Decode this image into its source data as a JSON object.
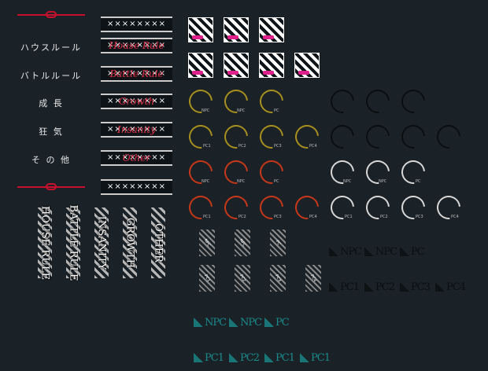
{
  "headers": {
    "items": [
      {
        "label": "ハウスルール"
      },
      {
        "label": "バトルルール"
      },
      {
        "label": "成 長"
      },
      {
        "label": "狂 気"
      },
      {
        "label": "そ の 他"
      }
    ]
  },
  "banners": {
    "crosses": "××××××××",
    "items": [
      {
        "script": ""
      },
      {
        "script": "House Rule"
      },
      {
        "script": "Battle Rule"
      },
      {
        "script": "Growth"
      },
      {
        "script": "Insanity"
      },
      {
        "script": "Other"
      },
      {
        "script": ""
      }
    ]
  },
  "vertical_words": [
    "HOUSE RULE",
    "BATTLE RULE",
    "INSANITY",
    "GROWTH",
    "OTHER"
  ],
  "ring_labels": {
    "row1": [
      "NPC",
      "NPC",
      "PC"
    ],
    "row2": [
      "PC1",
      "PC2",
      "PC3",
      "PC4"
    ]
  },
  "tag_labels": {
    "row1": [
      "NPC",
      "NPC",
      "PC"
    ],
    "row2": [
      "PC1",
      "PC2",
      "PC3",
      "PC4"
    ]
  },
  "stair_dark": {
    "row1": [
      "NPC",
      "NPC",
      "PC"
    ],
    "row2": [
      "PC1",
      "PC2",
      "PC3",
      "PC4"
    ]
  },
  "stair_teal": {
    "row1": [
      "NPC",
      "NPC",
      "PC"
    ],
    "row2": [
      "PC1",
      "PC2",
      "PC1",
      "PC1"
    ]
  },
  "colors": {
    "background": "#1a2228",
    "accent_red": "#c8102e",
    "gold": "#a8901e",
    "orange_red": "#c83818",
    "dark": "#0a0e10",
    "white": "#d8d8d8",
    "teal": "#1a8a8a",
    "magenta": "#e0208a"
  }
}
